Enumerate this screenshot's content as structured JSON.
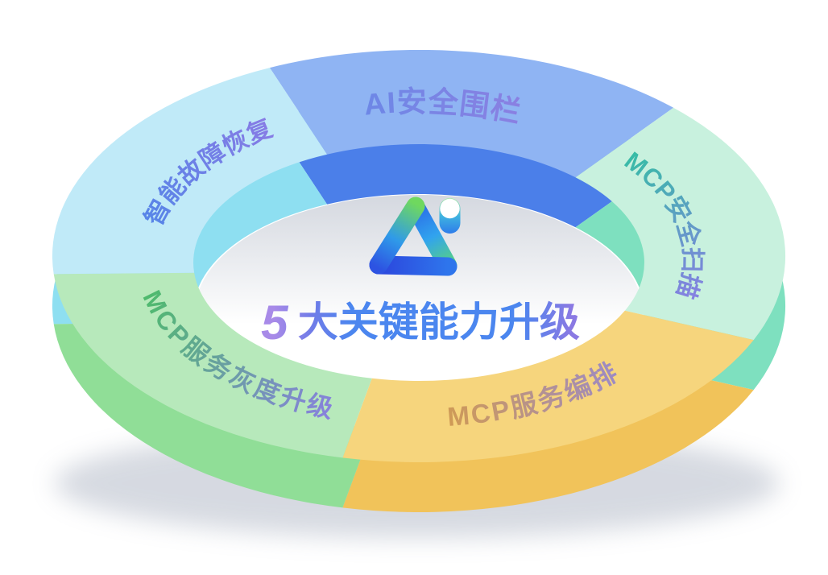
{
  "background_color": "#ffffff",
  "center": {
    "logo_name": "ai-triangle-logo",
    "title_number": "5",
    "title_text": "大关键能力升级",
    "title_full": "5大关键能力升级",
    "title_gradient": [
      "#a88ae8",
      "#6f7ce8",
      "#4b86ef",
      "#8a79e3"
    ]
  },
  "chart_data": {
    "type": "ring-diagram-3d",
    "title": "5大关键能力升级",
    "categories": [
      "AI安全围栏",
      "MCP安全扫描",
      "MCP服务编排",
      "MCP服务灰度升级",
      "智能故障恢复"
    ],
    "legend_position": "on-segments"
  },
  "ring": {
    "segments": [
      {
        "name": "ai-safety-guardrail",
        "label": "AI安全围栏",
        "top_color": "#8fb4f3",
        "side_color": "#4b7fe9",
        "label_colors": [
          "#5b8ce9",
          "#9c7bdf"
        ],
        "start": -24,
        "end": 44,
        "label_arc": {
          "from": -34,
          "to": 46,
          "sweep": 1
        },
        "font_size": 37
      },
      {
        "name": "mcp-security-scan",
        "label": "MCP安全扫描",
        "top_color": "#c8f1de",
        "side_color": "#7ee0bf",
        "label_colors": [
          "#2fc2a0",
          "#8b7ce6"
        ],
        "start": 44,
        "end": 114,
        "label_arc": {
          "from": 44,
          "to": 112,
          "sweep": 1
        },
        "font_size": 31
      },
      {
        "name": "mcp-service-orchestration",
        "label": "MCP服务编排",
        "top_color": "#f6d57d",
        "side_color": "#f1c35a",
        "label_colors": [
          "#df9f33",
          "#8d85e6"
        ],
        "start": 114,
        "end": 192,
        "label_arc": {
          "from": 186,
          "to": 118,
          "sweep": 0
        },
        "font_size": 33
      },
      {
        "name": "mcp-service-gray-upgrade",
        "label": "MCP服务灰度升级",
        "top_color": "#b7e9bb",
        "side_color": "#90de97",
        "label_colors": [
          "#4cbd68",
          "#8b7de4"
        ],
        "start": 192,
        "end": 265,
        "label_arc": {
          "from": -97,
          "to": -165,
          "sweep": 0
        },
        "font_size": 32
      },
      {
        "name": "intelligent-fault-recovery",
        "label": "智能故障恢复",
        "top_color": "#c0eaf8",
        "side_color": "#8edff1",
        "label_colors": [
          "#4f87e8",
          "#9179e4"
        ],
        "start": 265,
        "end": 336,
        "label_arc": {
          "from": -90,
          "to": -24,
          "sweep": 1
        },
        "font_size": 31
      }
    ]
  }
}
